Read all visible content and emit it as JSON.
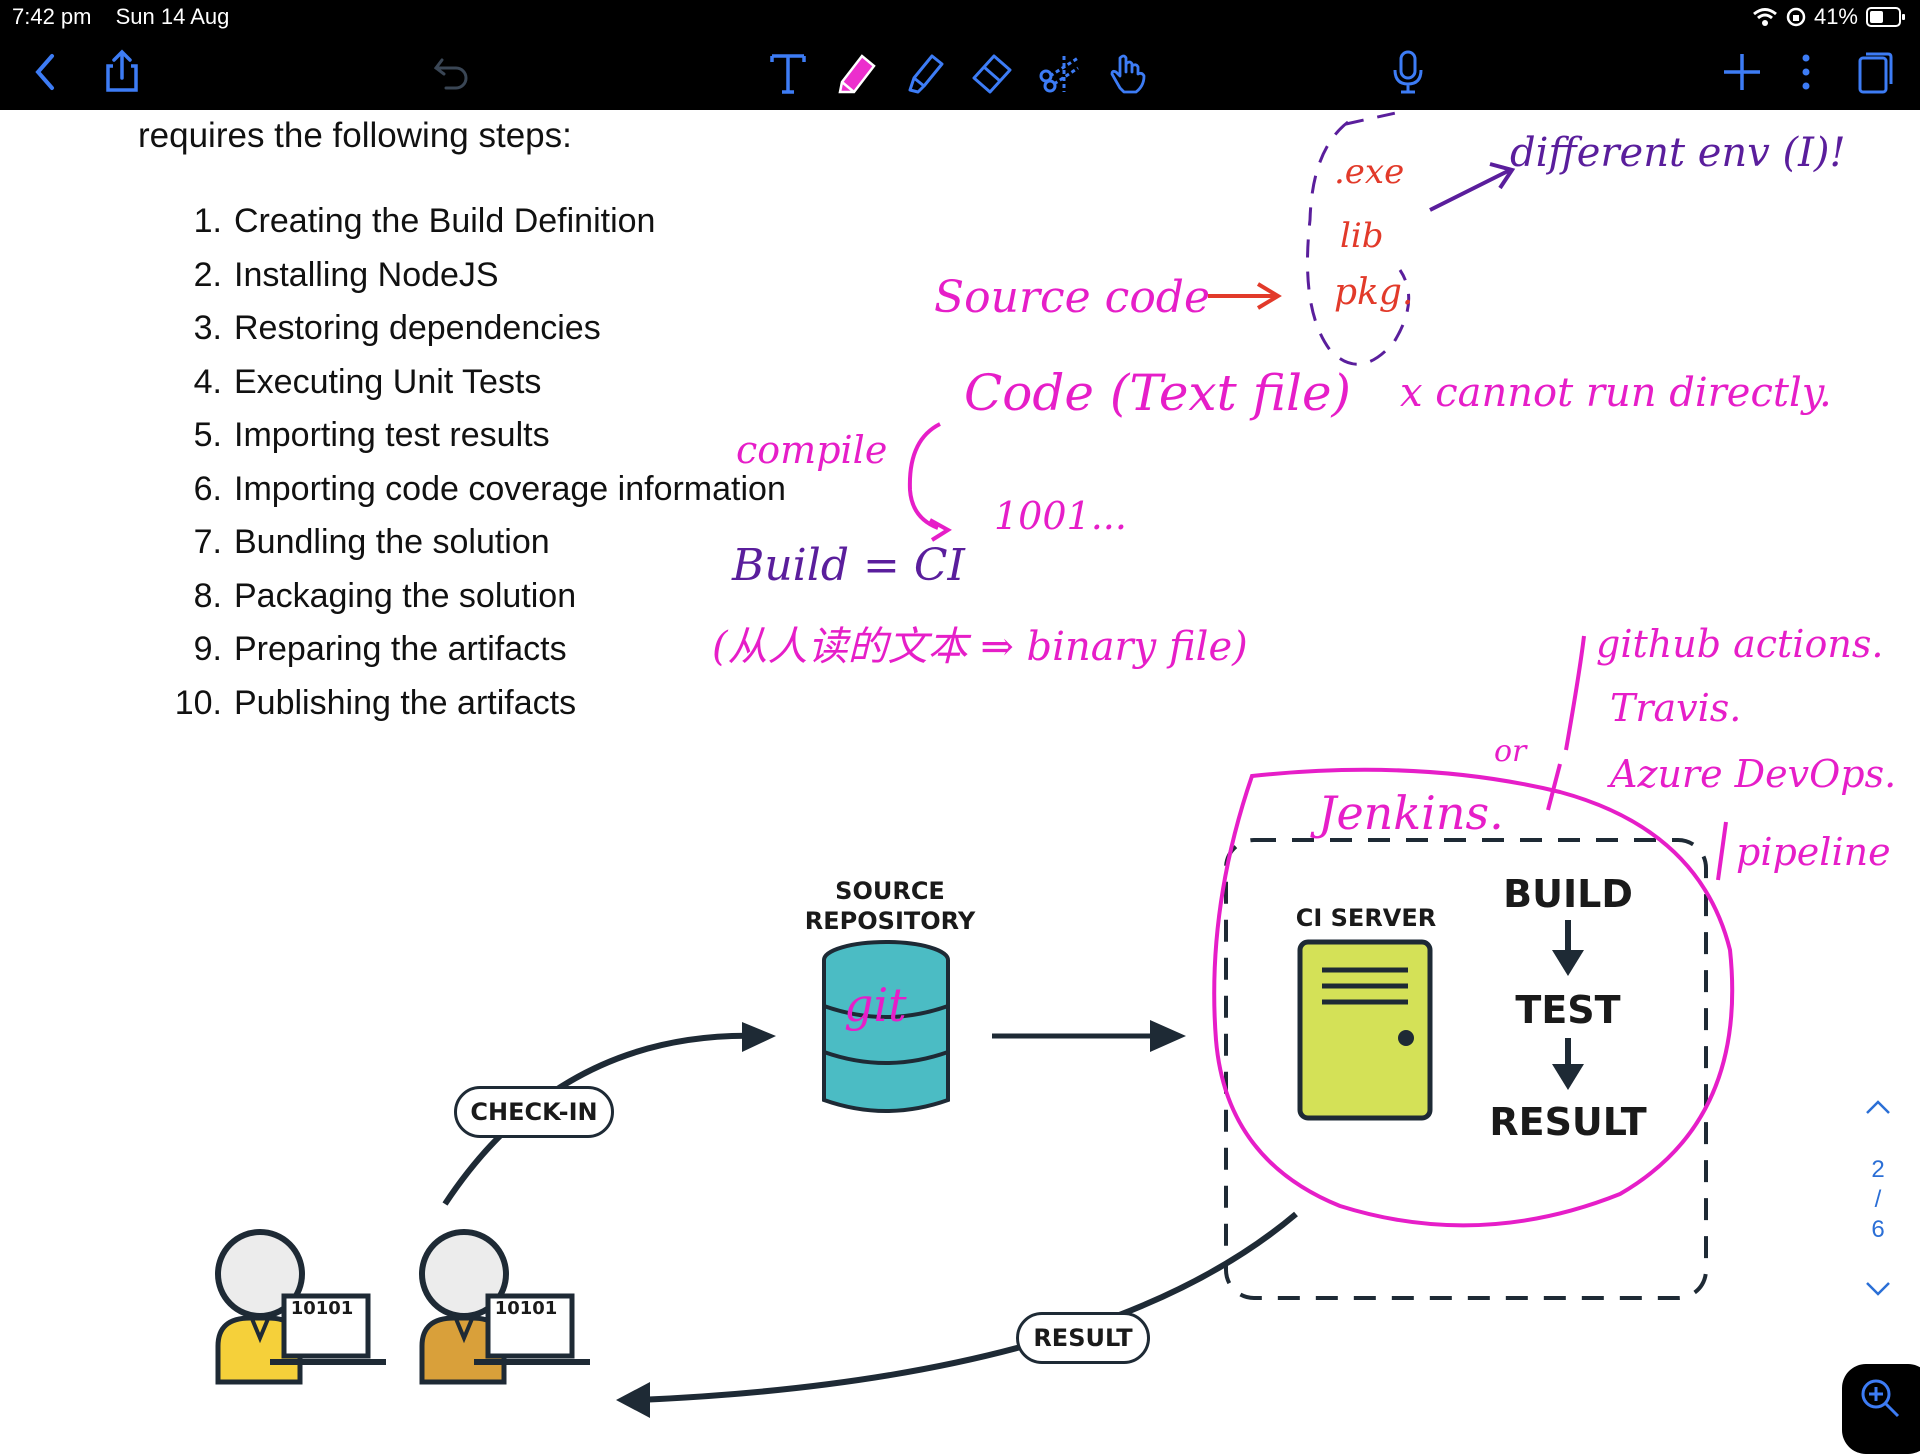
{
  "status_bar": {
    "time": "7:42 pm",
    "date": "Sun 14 Aug",
    "battery": "41%"
  },
  "toolbar": {
    "icons": [
      "back-icon",
      "share-icon",
      "undo-icon",
      "text-tool-icon",
      "pen-tool-icon",
      "highlighter-icon",
      "eraser-icon",
      "lasso-scissors-icon",
      "hand-pointer-icon",
      "microphone-icon",
      "add-page-icon",
      "more-icon",
      "pages-icon"
    ],
    "accent": "#ec2fcd"
  },
  "document": {
    "intro": "requires the following steps:",
    "steps": [
      {
        "num": "1.",
        "text": "Creating the Build Definition"
      },
      {
        "num": "2.",
        "text": "Installing NodeJS"
      },
      {
        "num": "3.",
        "text": "Restoring dependencies"
      },
      {
        "num": "4.",
        "text": "Executing Unit Tests"
      },
      {
        "num": "5.",
        "text": "Importing test results"
      },
      {
        "num": "6.",
        "text": "Importing code coverage information"
      },
      {
        "num": "7.",
        "text": "Bundling the solution"
      },
      {
        "num": "8.",
        "text": "Packaging the solution"
      },
      {
        "num": "9.",
        "text": "Preparing the artifacts"
      },
      {
        "num": "10.",
        "text": "Publishing the artifacts"
      }
    ]
  },
  "diagram": {
    "source_repository": "SOURCE\nREPOSITORY",
    "ci_server": "CI SERVER",
    "build": "BUILD",
    "test": "TEST",
    "result_box": "RESULT",
    "check_in": "CHECK-IN",
    "result_pill": "RESULT",
    "dev_badge_1": "10101",
    "dev_badge_2": "10101"
  },
  "handwriting": {
    "source_code": "Source code",
    "exe": ".exe",
    "lib": "lib",
    "pkg": "pkg.",
    "different_env": "different env (I)!",
    "code_text_file": "Code (Text file)",
    "cannot_run": "x cannot run directly.",
    "compile": "compile",
    "compile_arrow": "1001...",
    "build_ci": "Build = CI",
    "human_readable": "(从人读的文本 ⇒ binary file)",
    "git": "git",
    "jenkins": "Jenkins.",
    "or": "or",
    "github_actions": "github actions.",
    "travis": "Travis.",
    "azure_devops": "Azure DevOps.",
    "pipeline": "pipeline"
  },
  "pager": {
    "current": "2",
    "separator": "/",
    "total": "6"
  },
  "colors": {
    "ink_magenta": "#e61ec8",
    "ink_purple": "#5a1e9c",
    "ink_red": "#e23a2a",
    "db_teal": "#4bbcc4",
    "server_lime": "#d4e157",
    "dev_yellow": "#f5d03a",
    "dev_orange": "#d9a03a",
    "navy": "#1e2a35"
  }
}
